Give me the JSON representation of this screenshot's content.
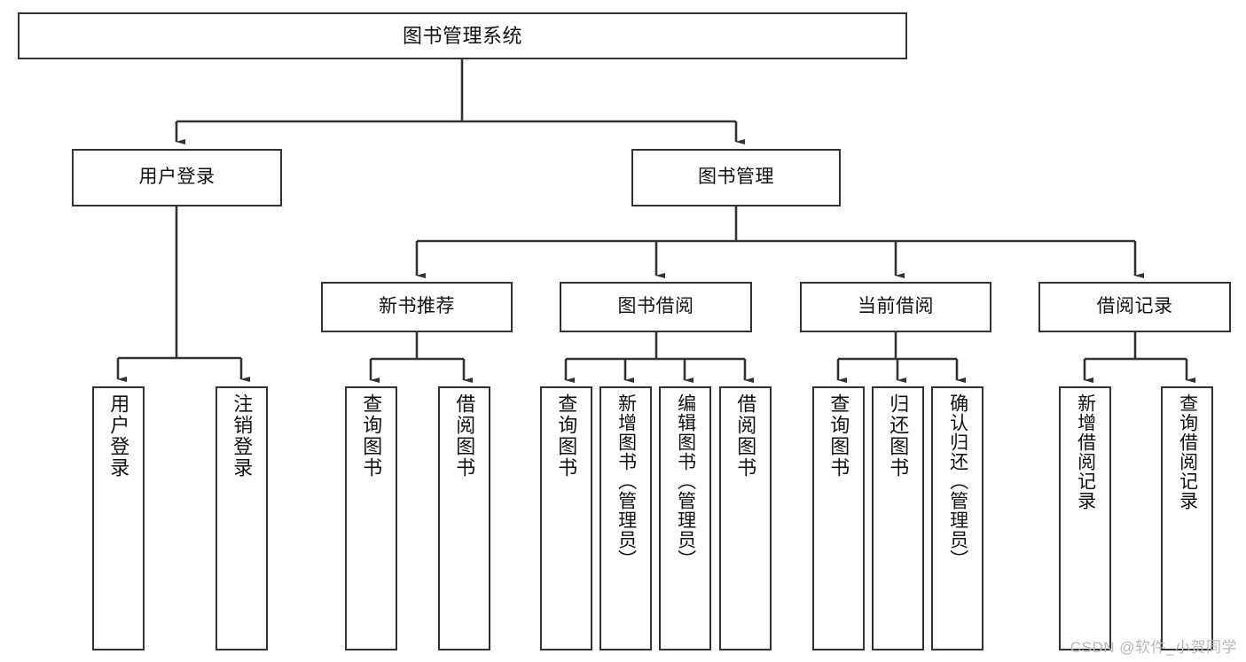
{
  "diagram": {
    "type": "tree-hierarchy",
    "title": "图书管理系统",
    "watermark": "CSDN @软件_小贺同学",
    "colors": {
      "box_border": "#333333",
      "box_fill": "#ffffff",
      "connector": "#333333",
      "text": "#111111",
      "watermark": "#b9b9b9"
    },
    "nodes": {
      "root": {
        "label": "图书管理系统"
      },
      "level2": [
        {
          "id": "user-login",
          "label": "用户登录"
        },
        {
          "id": "book-manage",
          "label": "图书管理"
        }
      ],
      "level3": [
        {
          "id": "new-book-recommend",
          "label": "新书推荐"
        },
        {
          "id": "book-borrow",
          "label": "图书借阅"
        },
        {
          "id": "current-borrow",
          "label": "当前借阅"
        },
        {
          "id": "borrow-record",
          "label": "借阅记录"
        }
      ],
      "leaves": {
        "user-login": [
          {
            "id": "leaf-user-login",
            "label": "用户登录"
          },
          {
            "id": "leaf-logout-login",
            "label": "注销登录"
          }
        ],
        "new-book-recommend": [
          {
            "id": "leaf-query-book-1",
            "label": "查询图书"
          },
          {
            "id": "leaf-borrow-book-1",
            "label": "借阅图书"
          }
        ],
        "book-borrow": [
          {
            "id": "leaf-query-book-2",
            "label": "查询图书"
          },
          {
            "id": "leaf-add-book",
            "label": "新增图书（管理员）"
          },
          {
            "id": "leaf-edit-book",
            "label": "编辑图书（管理员）"
          },
          {
            "id": "leaf-borrow-book-2",
            "label": "借阅图书"
          }
        ],
        "current-borrow": [
          {
            "id": "leaf-query-book-3",
            "label": "查询图书"
          },
          {
            "id": "leaf-return-book",
            "label": "归还图书"
          },
          {
            "id": "leaf-confirm-return",
            "label": "确认归还（管理员）"
          }
        ],
        "borrow-record": [
          {
            "id": "leaf-add-record",
            "label": "新增借阅记录"
          },
          {
            "id": "leaf-query-record",
            "label": "查询借阅记录"
          }
        ]
      }
    }
  }
}
